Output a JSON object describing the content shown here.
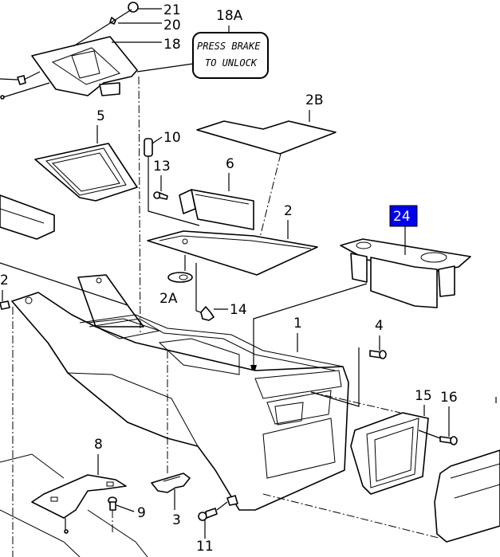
{
  "diagram": {
    "title": "Center console exploded parts view",
    "highlighted_part": "24",
    "highlight_color": "#0000ee",
    "note": {
      "ref": "18A",
      "line1": "PRESS BRAKE",
      "line2": "TO UNLOCK"
    },
    "callouts": {
      "c21": "21",
      "c20": "20",
      "c18": "18",
      "c18a": "18A",
      "c5": "5",
      "c10": "10",
      "c13": "13",
      "c6": "6",
      "c2b": "2B",
      "c2": "2",
      "c24": "24",
      "c2left": "2",
      "c2a": "2A",
      "c14": "14",
      "c1": "1",
      "c4": "4",
      "c15": "15",
      "c16": "16",
      "c8": "8",
      "c9": "9",
      "c3": "3",
      "c11": "11"
    }
  }
}
